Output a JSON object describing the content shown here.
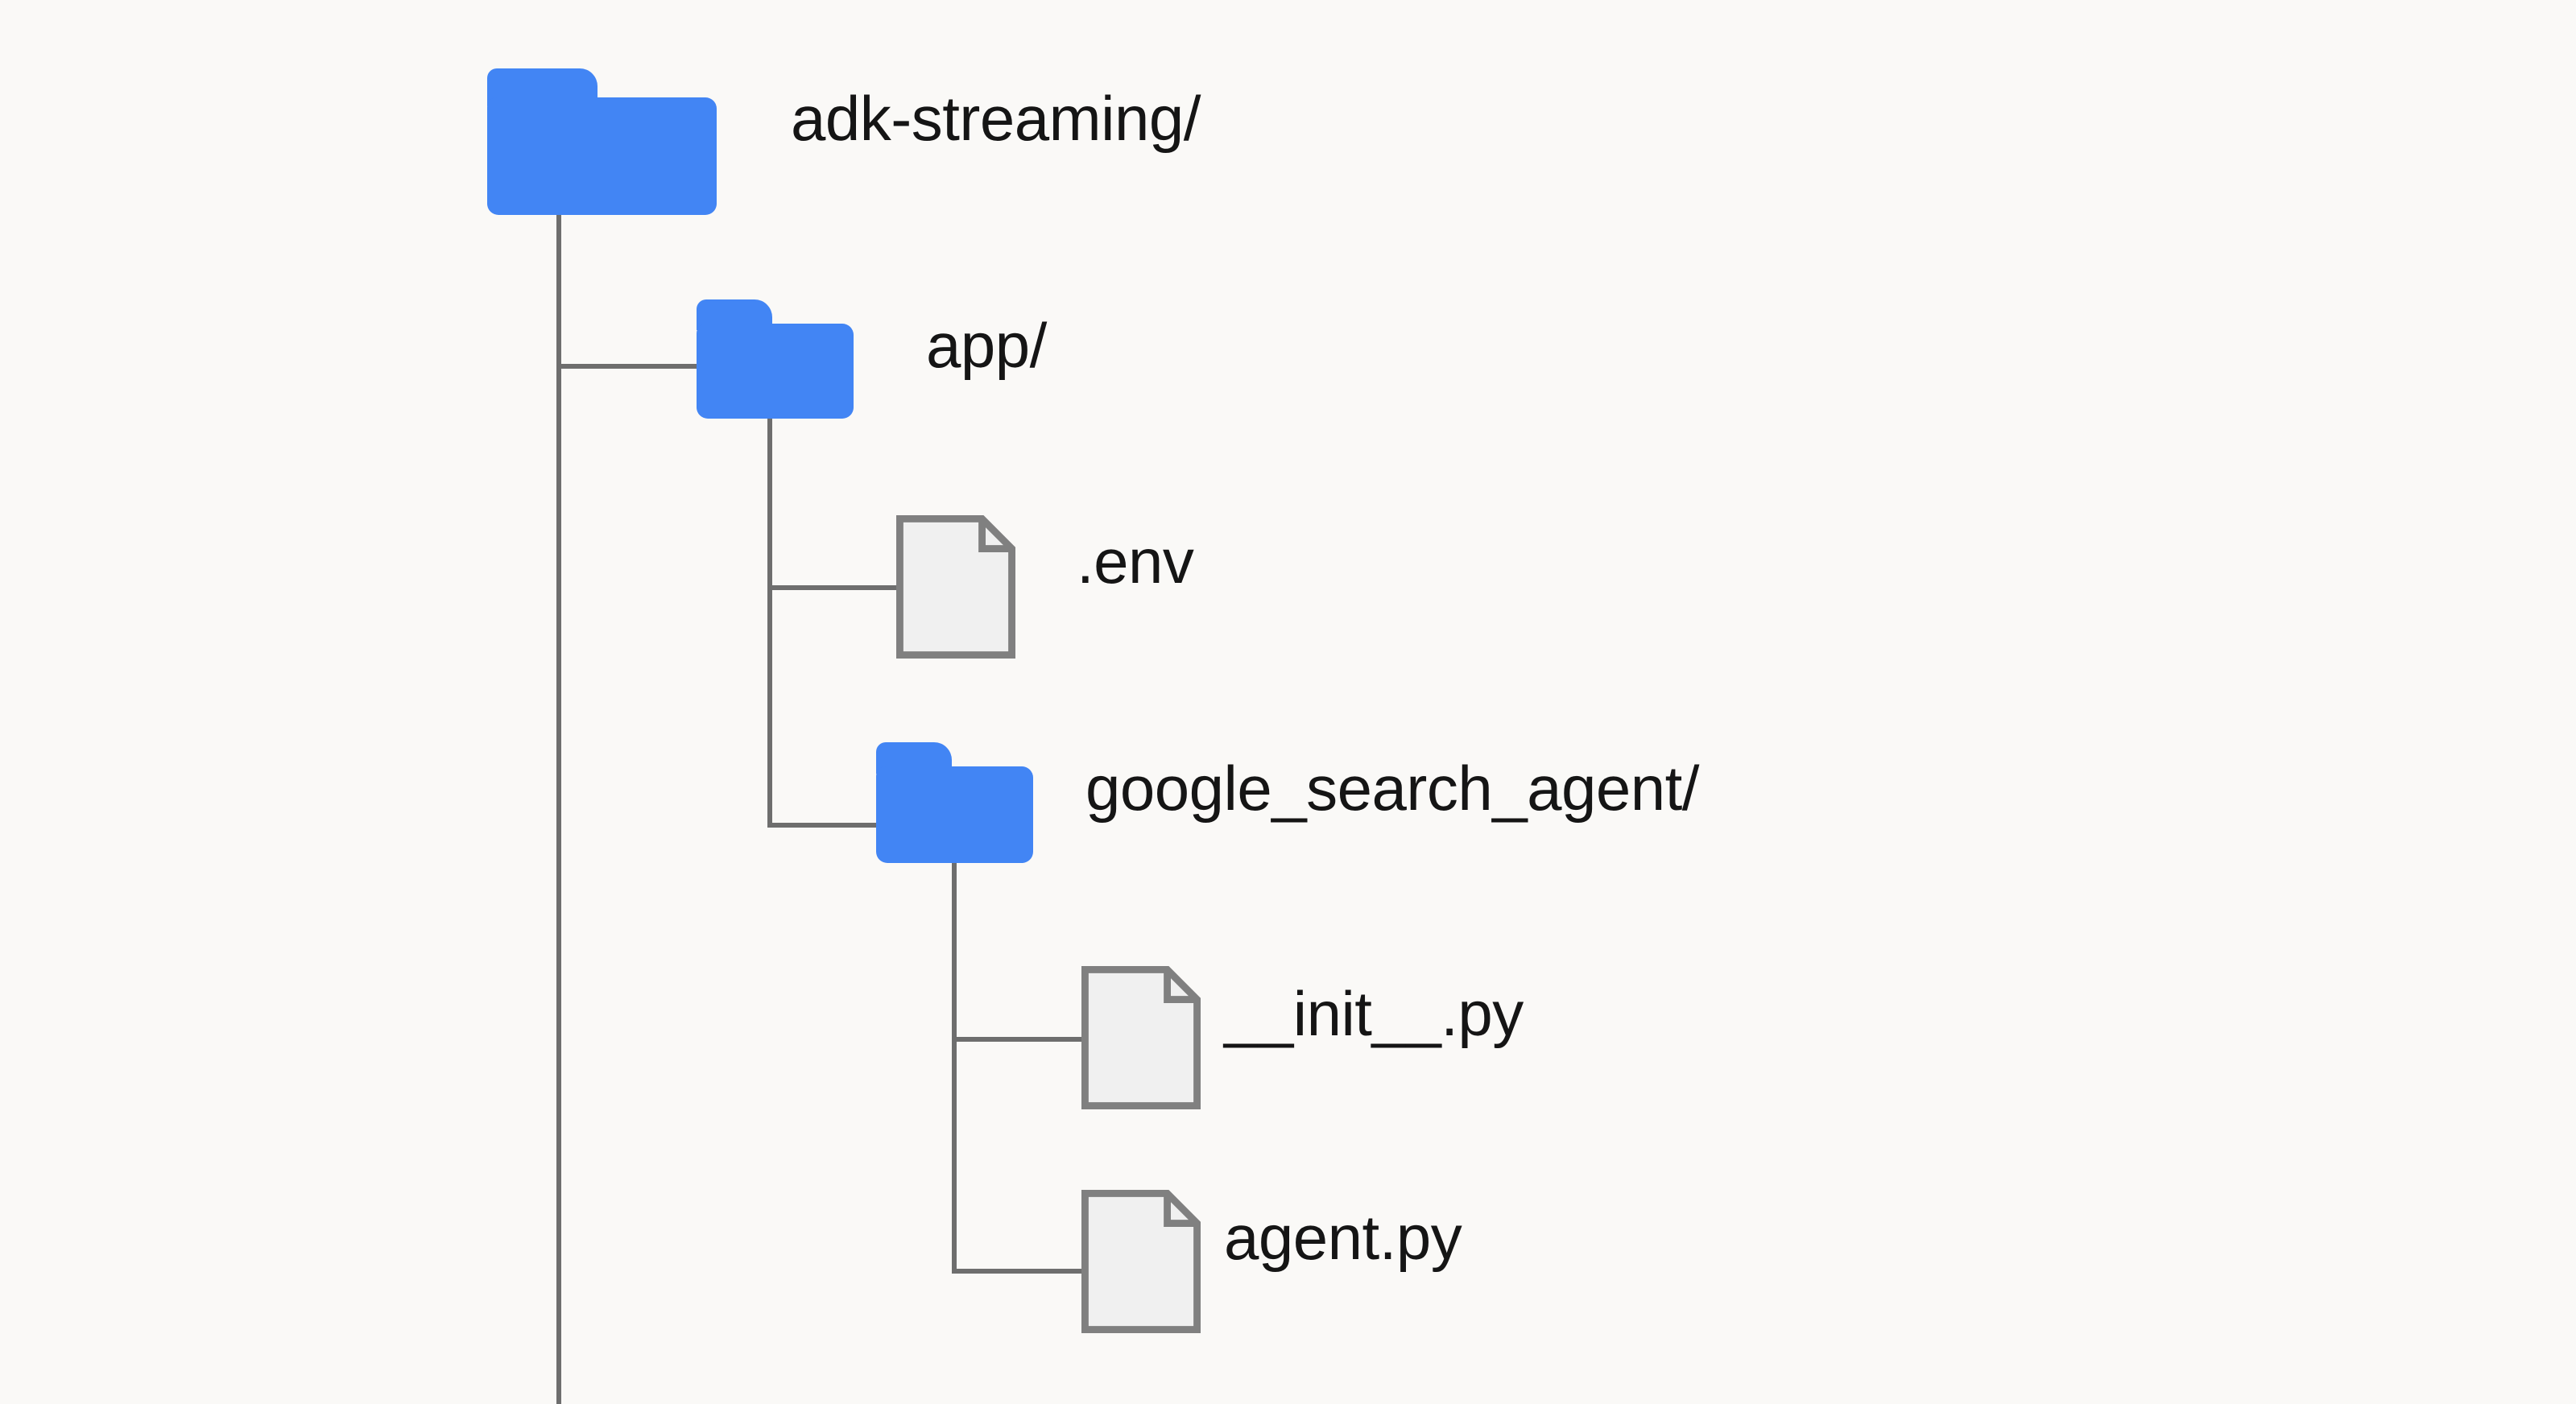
{
  "diagram": {
    "type": "directory-tree",
    "background_color": "#faf9f7",
    "folder_color": "#4285f4",
    "file_fill_color": "#f0f0f0",
    "file_border_color": "#808080",
    "connector_color": "#6e6e6e",
    "text_color": "#151515"
  },
  "nodes": {
    "root": {
      "label": "adk-streaming/",
      "kind": "folder",
      "depth": 0
    },
    "app": {
      "label": "app/",
      "kind": "folder",
      "depth": 1
    },
    "env": {
      "label": ".env",
      "kind": "file",
      "depth": 2
    },
    "google_search_agent": {
      "label": "google_search_agent/",
      "kind": "folder",
      "depth": 2
    },
    "init": {
      "label": "__init__.py",
      "kind": "file",
      "depth": 3
    },
    "agent": {
      "label": "agent.py",
      "kind": "file",
      "depth": 3
    }
  }
}
